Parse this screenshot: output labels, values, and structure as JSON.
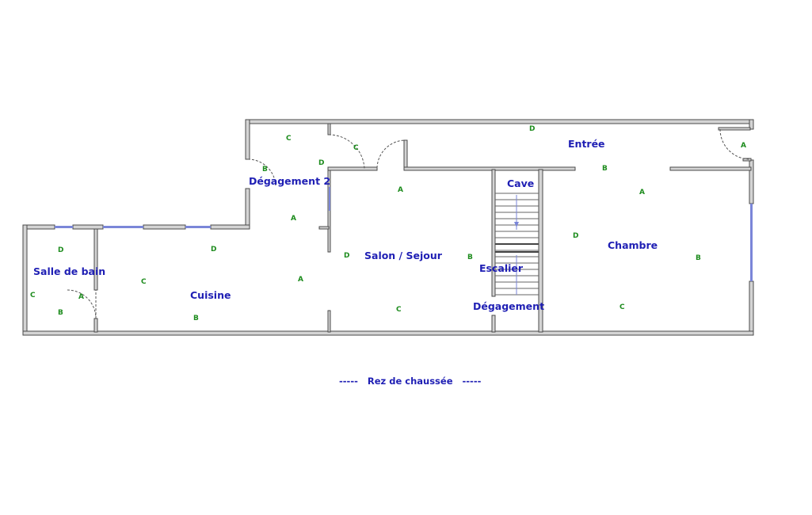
{
  "colors": {
    "wall_fill": "#d4d4d4",
    "wall_stroke": "#4a4a4a",
    "room_text": "#1f1fb4",
    "wall_letter": "#1e8c1e",
    "window": "#7a86d8",
    "door_swing": "#555555"
  },
  "rooms": {
    "entree": "Entrée",
    "degagement2": "Dégagement 2",
    "cave": "Cave",
    "salle_de_bain": "Salle de bain",
    "salon_sejour": "Salon / Sejour",
    "chambre": "Chambre",
    "cuisine": "Cuisine",
    "escalier": "Escalier",
    "degagement": "Dégagement"
  },
  "wall_labels": {
    "entree": [
      "D",
      "A",
      "B",
      "A"
    ],
    "degagement2": [
      "C",
      "D",
      "C",
      "B",
      "A"
    ],
    "salle_de_bain": [
      "D",
      "C",
      "A",
      "B"
    ],
    "cuisine": [
      "D",
      "C",
      "A",
      "B"
    ],
    "salon_sejour": [
      "A",
      "D",
      "B",
      "C"
    ],
    "chambre": [
      "D",
      "B",
      "C"
    ]
  },
  "caption": "-----   Rez de chaussée   -----"
}
